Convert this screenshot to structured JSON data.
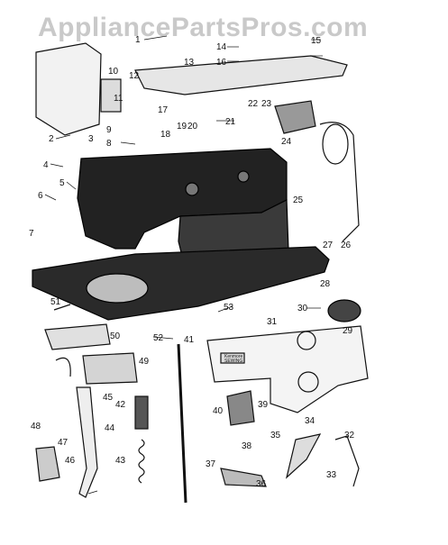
{
  "watermark": "AppliancePartsPros.com",
  "part_numbers": [
    "1",
    "2",
    "3",
    "4",
    "5",
    "6",
    "7",
    "8",
    "9",
    "10",
    "11",
    "12",
    "13",
    "14",
    "15",
    "16",
    "17",
    "18",
    "19",
    "20",
    "21",
    "22",
    "23",
    "24",
    "25",
    "26",
    "27",
    "28",
    "29",
    "30",
    "31",
    "32",
    "33",
    "34",
    "35",
    "36",
    "37",
    "38",
    "39",
    "40",
    "41",
    "42",
    "43",
    "44",
    "45",
    "46",
    "47",
    "48",
    "49",
    "50",
    "51",
    "52",
    "53"
  ],
  "plate_text": [
    "Kenmore",
    "SEWING"
  ],
  "colors": {
    "ink": "#111111",
    "paper": "#ffffff",
    "watermark": "#c9c9c9"
  }
}
